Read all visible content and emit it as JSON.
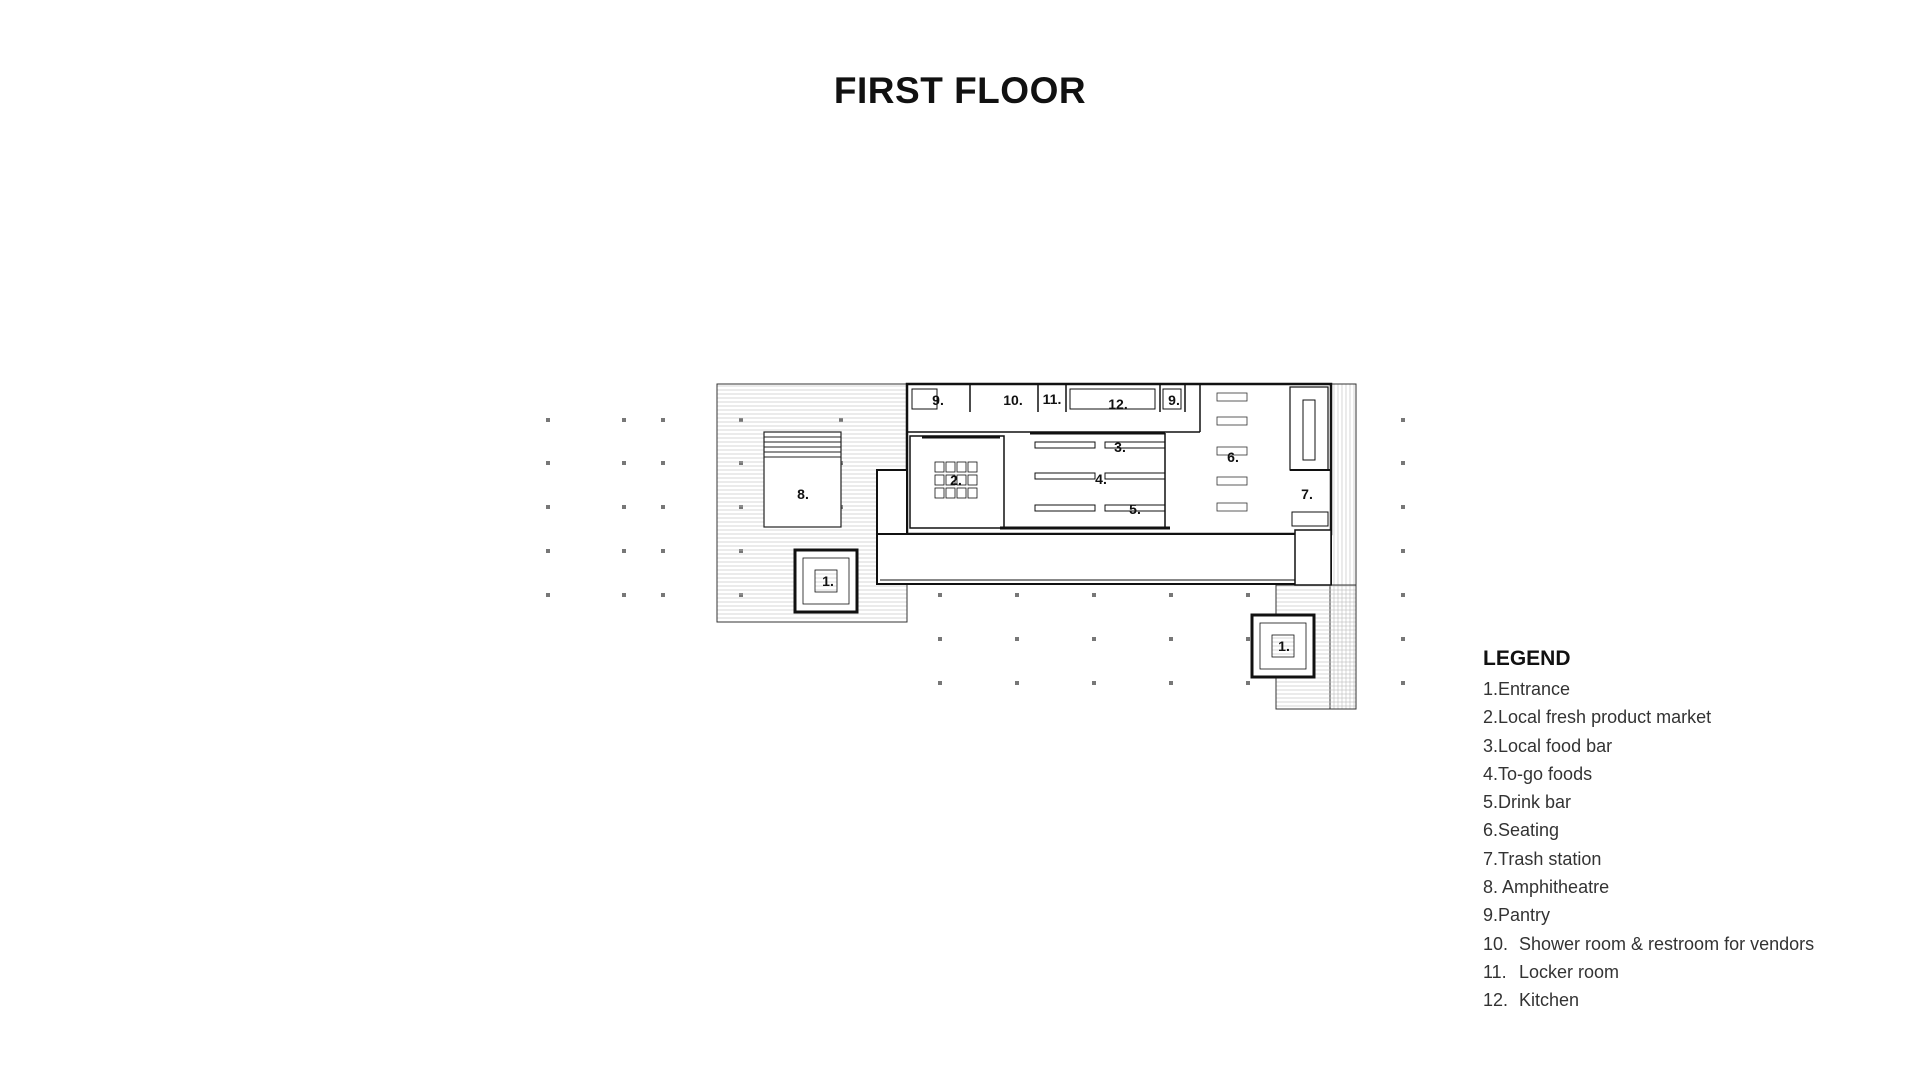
{
  "title": "FIRST FLOOR",
  "plan_labels": {
    "entrance_left": "1.",
    "entrance_right": "1.",
    "market": "2.",
    "food_bar": "3.",
    "to_go": "4.",
    "drink_bar": "5.",
    "seating": "6.",
    "trash": "7.",
    "amphitheatre": "8.",
    "pantry_left": "9.",
    "pantry_right": "9.",
    "shower": "10.",
    "locker": "11.",
    "kitchen": "12."
  },
  "legend": {
    "title": "LEGEND",
    "items": [
      {
        "num": "1.",
        "text": "Entrance",
        "wide": false
      },
      {
        "num": "2.",
        "text": "Local fresh product market",
        "wide": false
      },
      {
        "num": "3.",
        "text": "Local food bar",
        "wide": false
      },
      {
        "num": "4.",
        "text": "To-go foods",
        "wide": false
      },
      {
        "num": "5.",
        "text": "Drink bar",
        "wide": false
      },
      {
        "num": "6.",
        "text": "Seating",
        "wide": false
      },
      {
        "num": "7.",
        "text": "Trash station",
        "wide": false
      },
      {
        "num": "8.",
        "text": " Amphitheatre",
        "wide": false
      },
      {
        "num": "9.",
        "text": "Pantry",
        "wide": false
      },
      {
        "num": "10.",
        "text": "Shower room & restroom for vendors",
        "wide": true
      },
      {
        "num": "11.",
        "text": "Locker room",
        "wide": true
      },
      {
        "num": "12.",
        "text": "Kitchen",
        "wide": true
      }
    ]
  }
}
